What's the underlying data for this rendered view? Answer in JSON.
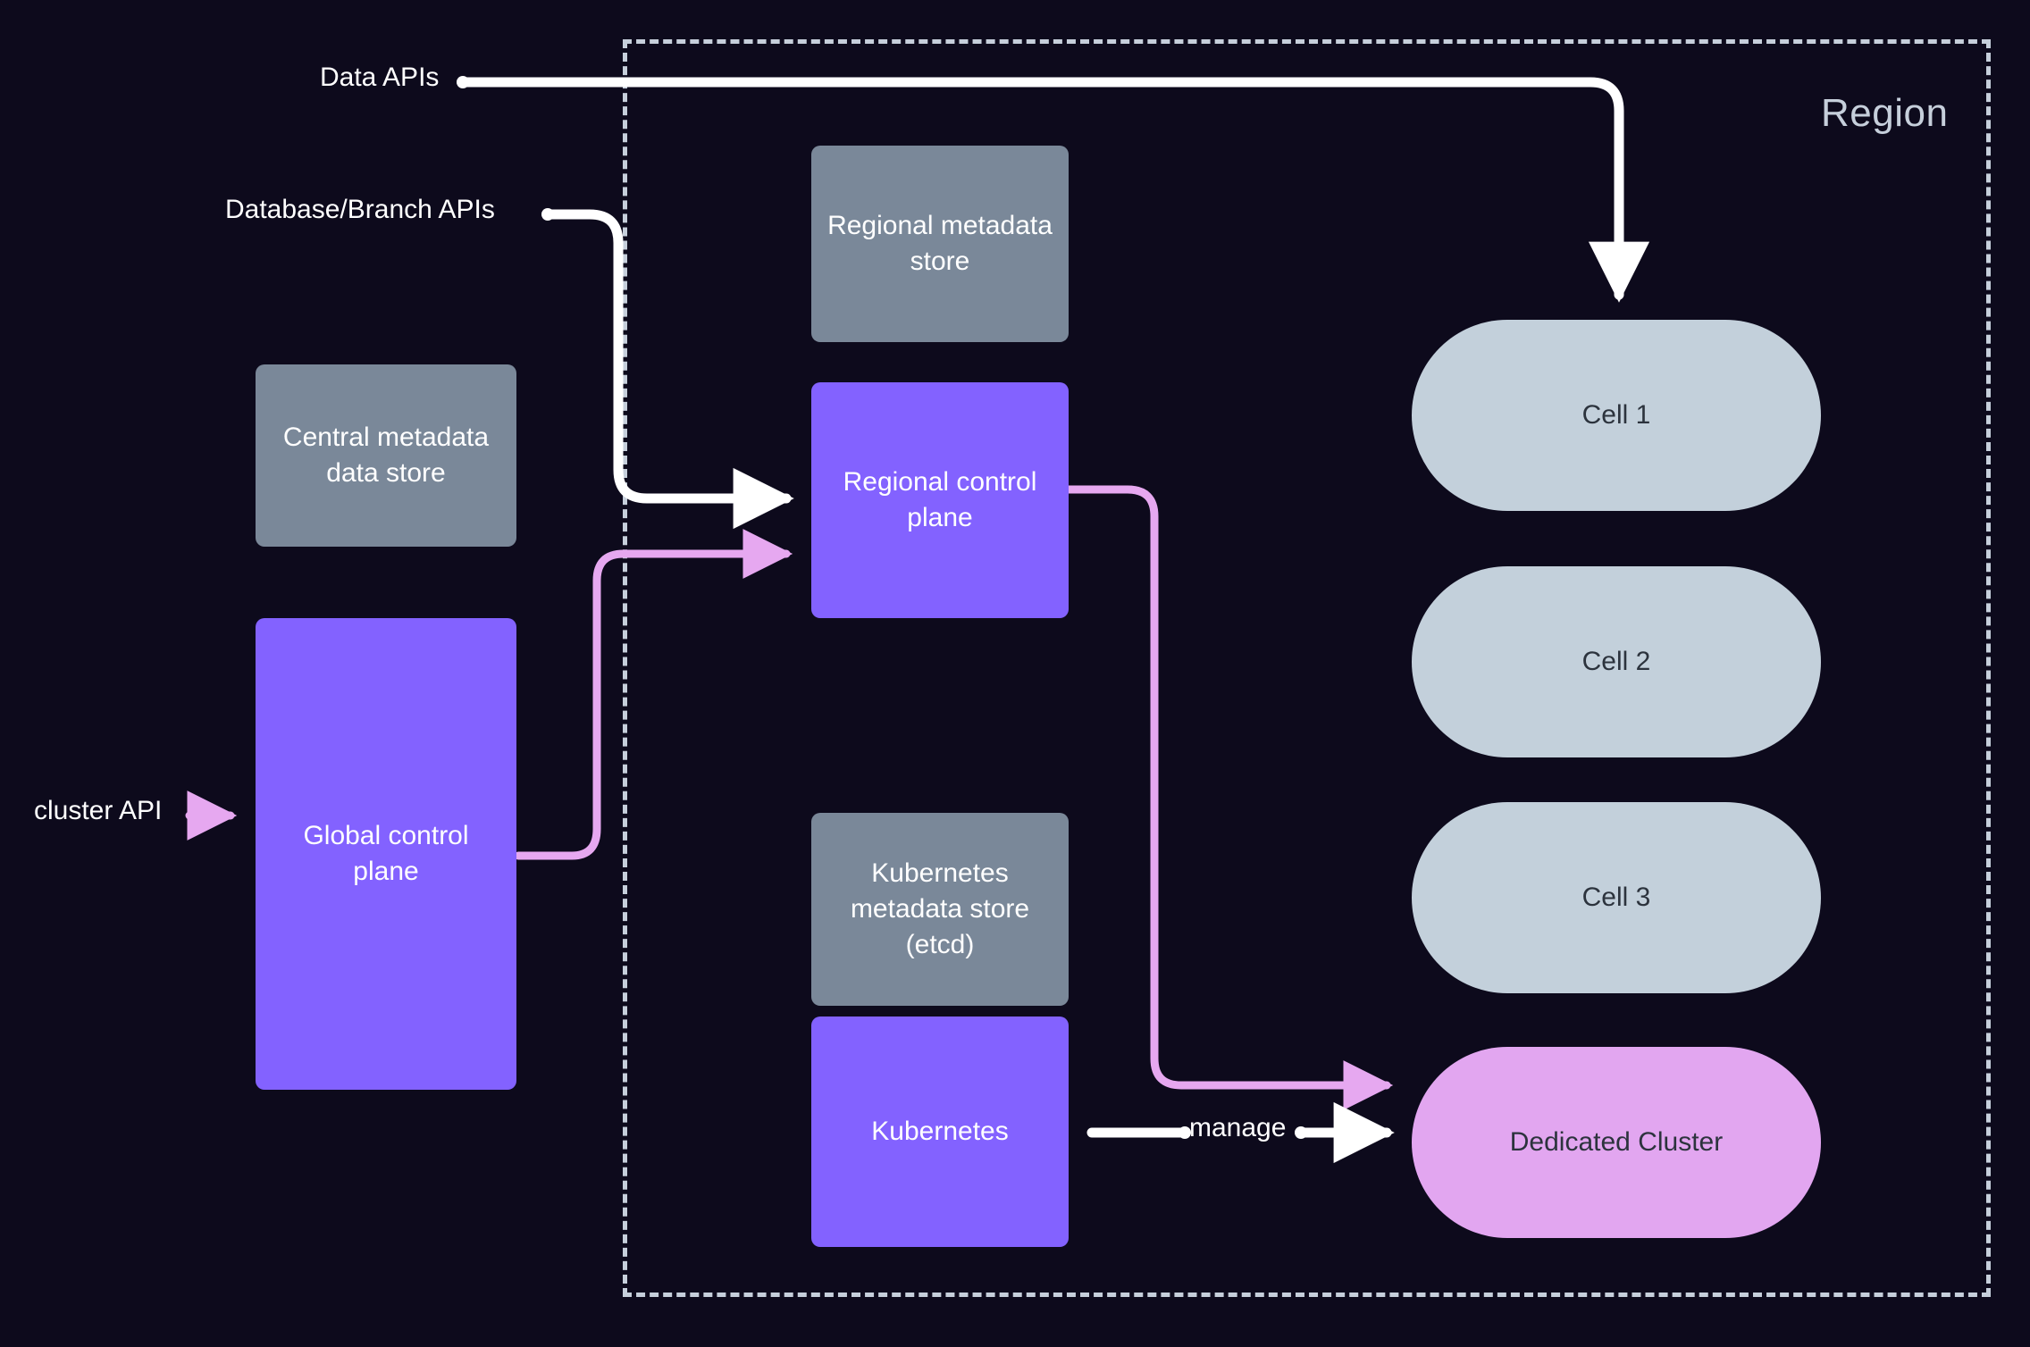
{
  "diagram": {
    "background_color": "#0d0a1c",
    "region": {
      "label": "Region",
      "border_color": "#c6cfdb",
      "border_style": "dashed"
    },
    "nodes": {
      "central_metadata_store": {
        "label": "Central metadata data store",
        "color": "#7a8899",
        "shape": "rounded-rect"
      },
      "global_control_plane": {
        "label": "Global control plane",
        "color": "#8362ff",
        "shape": "rounded-rect"
      },
      "regional_metadata_store": {
        "label": "Regional metadata store",
        "color": "#7a8899",
        "shape": "rounded-rect"
      },
      "regional_control_plane": {
        "label": "Regional control plane",
        "color": "#8362ff",
        "shape": "rounded-rect"
      },
      "kubernetes_metadata_store": {
        "label": "Kubernetes metadata store (etcd)",
        "color": "#7a8899",
        "shape": "rounded-rect"
      },
      "kubernetes": {
        "label": "Kubernetes",
        "color": "#8362ff",
        "shape": "rounded-rect"
      },
      "cell_1": {
        "label": "Cell 1",
        "color": "#c3d0db",
        "shape": "pill"
      },
      "cell_2": {
        "label": "Cell 2",
        "color": "#c3d0db",
        "shape": "pill"
      },
      "cell_3": {
        "label": "Cell 3",
        "color": "#c3d0db",
        "shape": "pill"
      },
      "dedicated_cluster": {
        "label": "Dedicated Cluster",
        "color": "#e2a6f0",
        "shape": "pill"
      }
    },
    "edge_labels": {
      "data_apis": "Data APIs",
      "database_branch_apis": "Database/Branch APIs",
      "cluster_api": "cluster API",
      "manage": "manage"
    },
    "edges": [
      {
        "from": "data_apis",
        "to": "cell_1",
        "color": "#ffffff"
      },
      {
        "from": "database_branch_apis",
        "to": "regional_control_plane",
        "color": "#ffffff"
      },
      {
        "from": "cluster_api",
        "to": "global_control_plane",
        "color": "#e6a8f0"
      },
      {
        "from": "global_control_plane",
        "to": "regional_control_plane",
        "color": "#e6a8f0"
      },
      {
        "from": "regional_control_plane",
        "to": "dedicated_cluster",
        "color": "#e6a8f0"
      },
      {
        "from": "kubernetes",
        "to": "dedicated_cluster",
        "label": "manage",
        "color": "#ffffff"
      }
    ],
    "colors": {
      "white": "#ffffff",
      "pink": "#e6a8f0",
      "purple": "#8362ff",
      "gray": "#7a8899",
      "cell": "#c3d0db",
      "dedicated": "#e2a6f0"
    }
  }
}
